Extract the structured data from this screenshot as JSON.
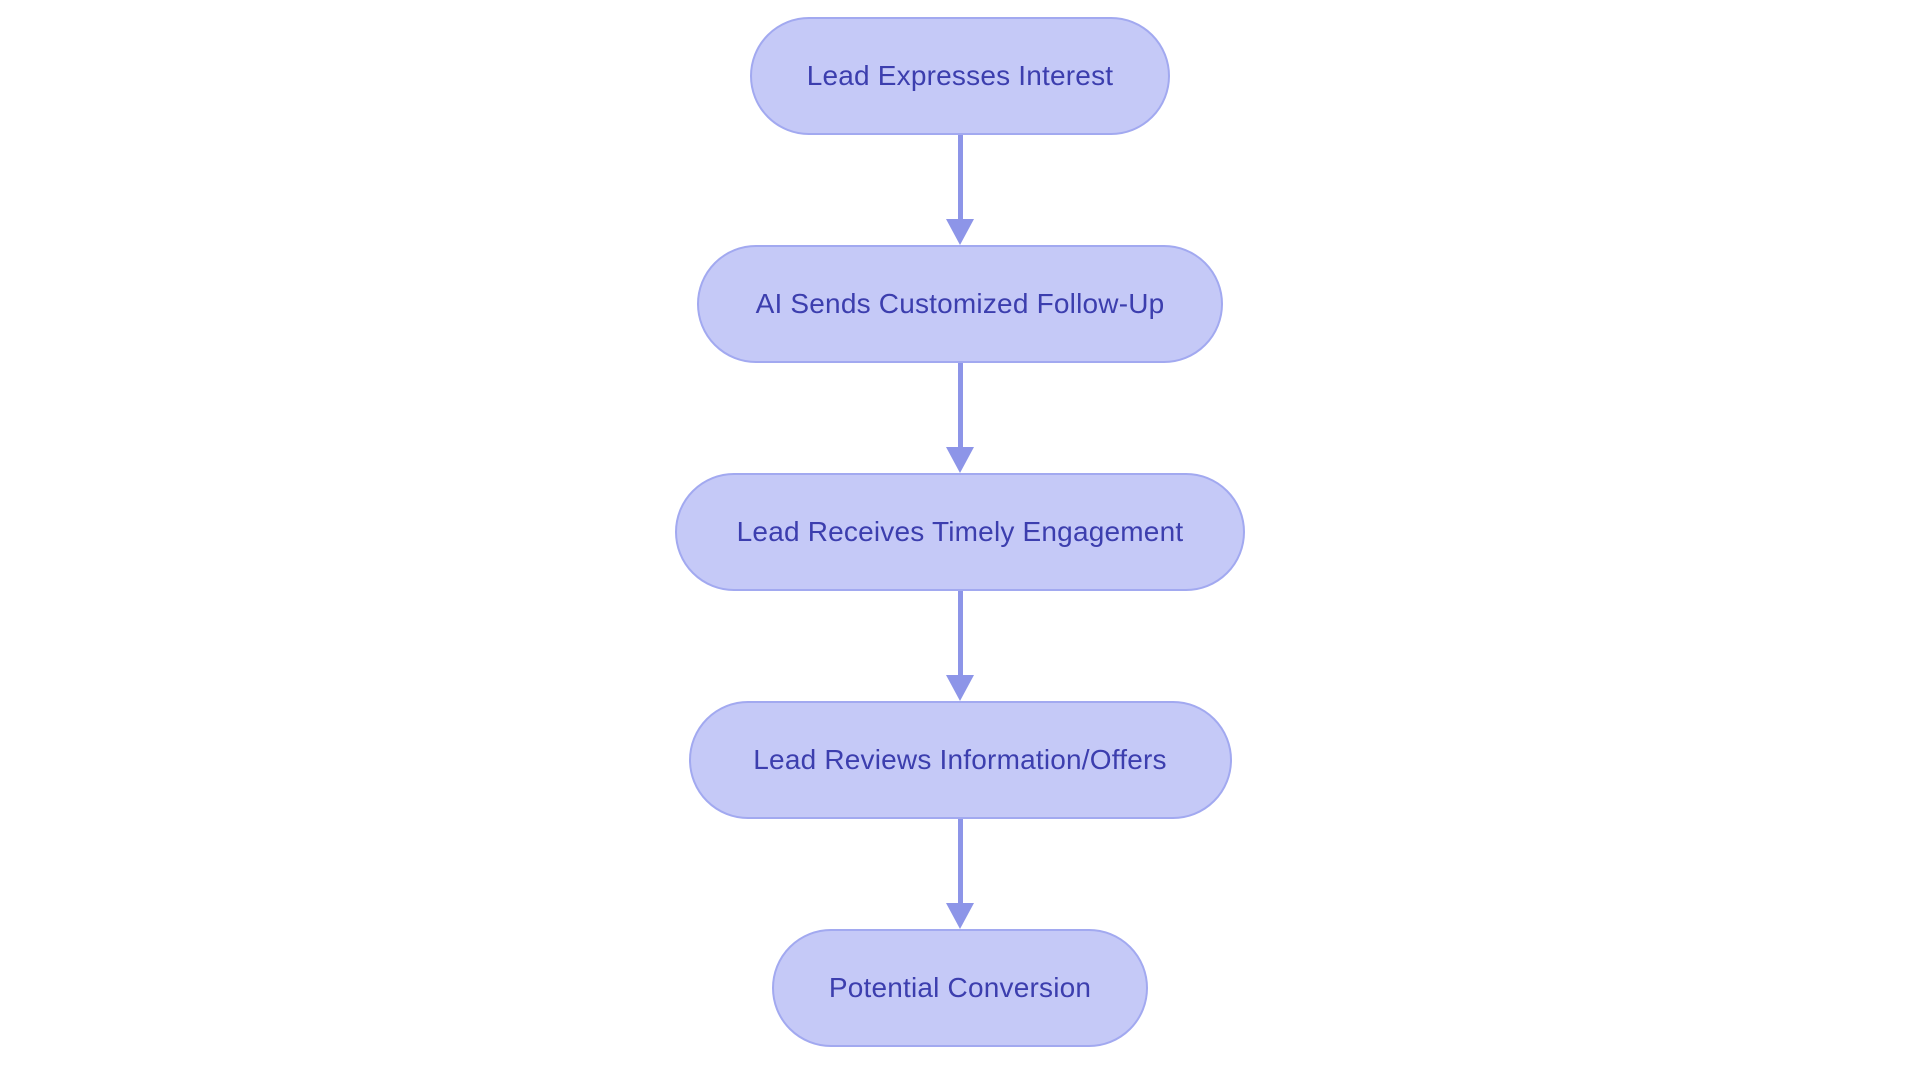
{
  "diagram": {
    "type": "flowchart",
    "direction": "top-down",
    "background_color": "#ffffff",
    "style": {
      "node_fill": "#c5c9f7",
      "node_border": "#a2a9f0",
      "node_text_color": "#3c3eae",
      "arrow_color": "#8d95e8"
    },
    "nodes": [
      {
        "id": "n1",
        "label": "Lead Expresses Interest"
      },
      {
        "id": "n2",
        "label": "AI Sends Customized Follow-Up"
      },
      {
        "id": "n3",
        "label": "Lead Receives Timely Engagement"
      },
      {
        "id": "n4",
        "label": "Lead Reviews Information/Offers"
      },
      {
        "id": "n5",
        "label": "Potential Conversion"
      }
    ],
    "edges": [
      {
        "from": "n1",
        "to": "n2"
      },
      {
        "from": "n2",
        "to": "n3"
      },
      {
        "from": "n3",
        "to": "n4"
      },
      {
        "from": "n4",
        "to": "n5"
      }
    ]
  }
}
